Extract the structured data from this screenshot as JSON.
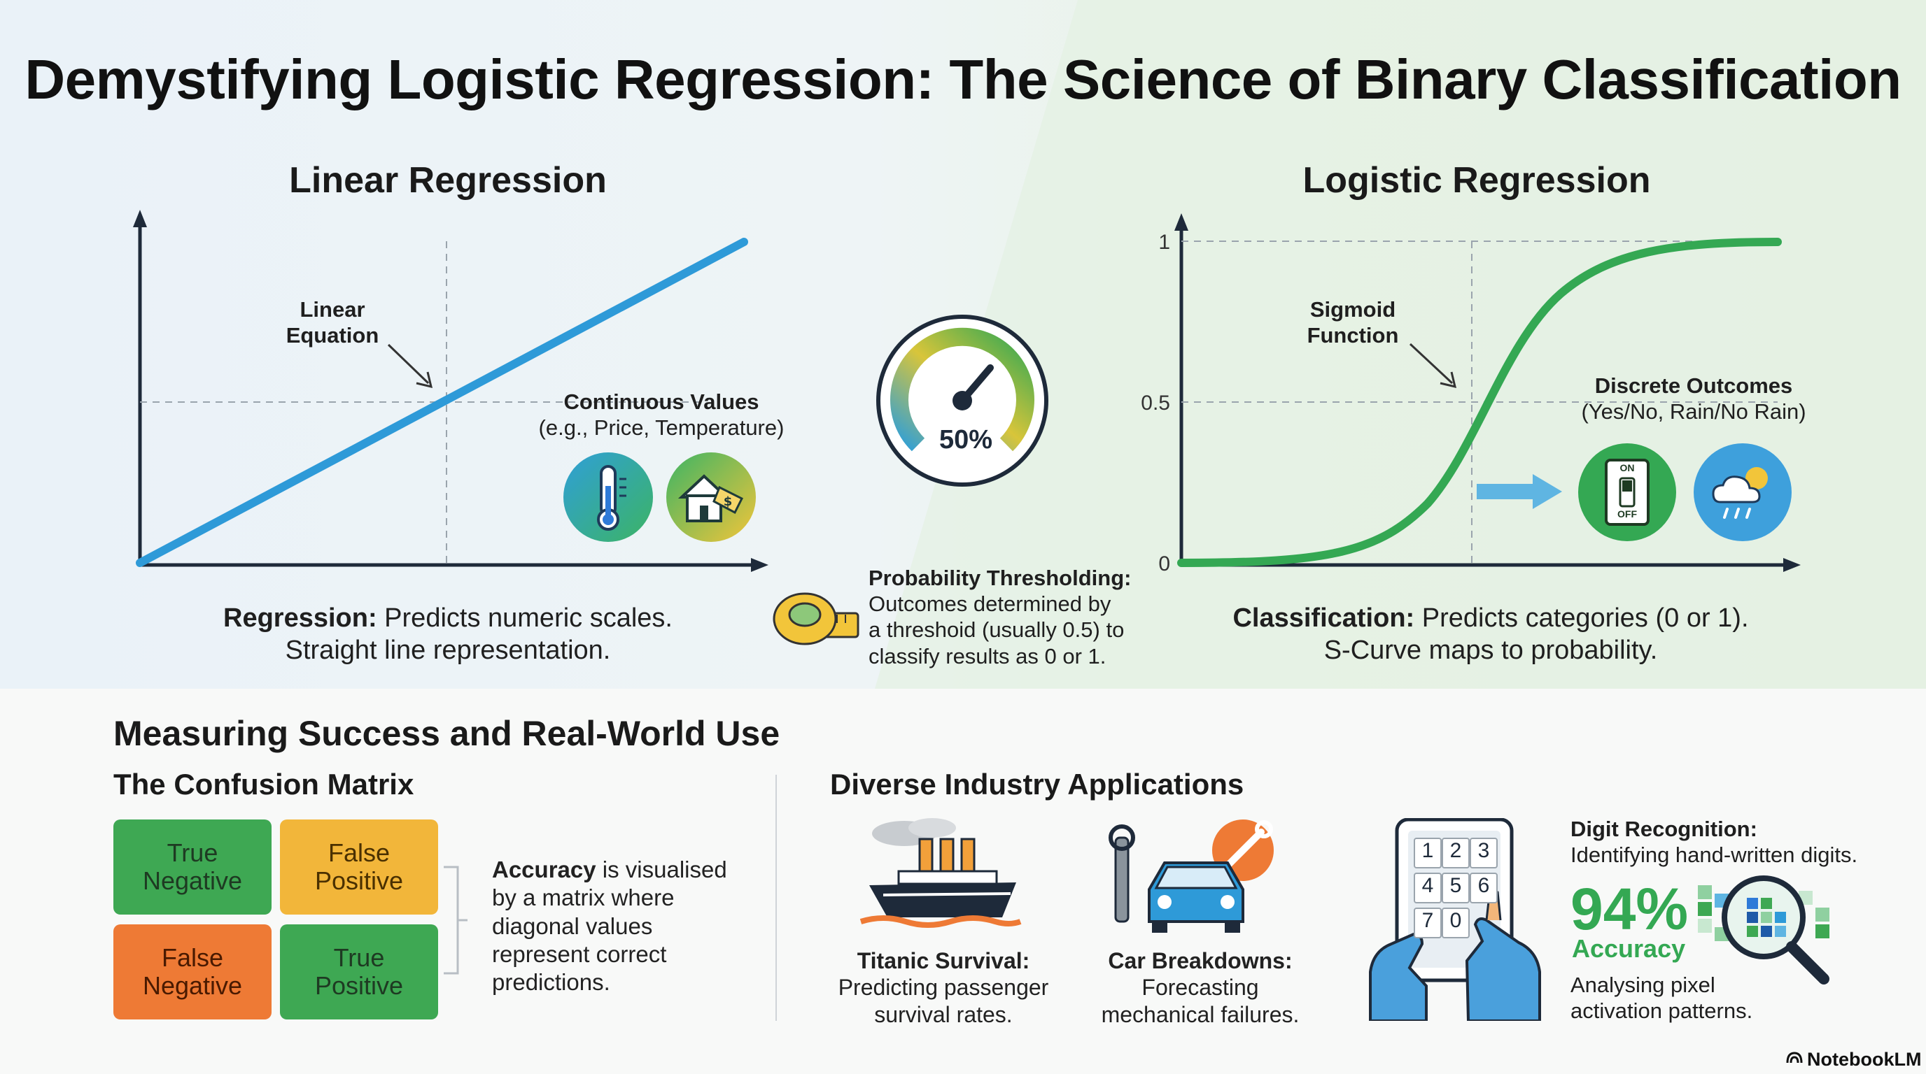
{
  "title": "Demystifying Logistic Regression: The Science of Binary Classification",
  "linear": {
    "title": "Linear Regression",
    "equation_label": [
      "Linear",
      "Equation"
    ],
    "continuous_label": "Continuous Values",
    "continuous_sub": "(e.g., Price, Temperature)",
    "caption_bold": "Regression:",
    "caption_rest": " Predicts numeric scales.",
    "caption_line2": "Straight line representation."
  },
  "middle": {
    "gauge_value": "50%",
    "threshold_title": "Probability Thresholding:",
    "threshold_lines": [
      "Outcomes determined by",
      "a threshoid (usually 0.5) to",
      "classify results as 0 or 1."
    ]
  },
  "logistic": {
    "title": "Logistic Regression",
    "sigmoid_label": [
      "Sigmoid",
      "Function"
    ],
    "ticks": [
      "1",
      "0.5",
      "0"
    ],
    "discrete_label": "Discrete Outcomes",
    "discrete_sub": "(Yes/No, Rain/No Rain)",
    "switch_on": "ON",
    "switch_off": "OFF",
    "caption_bold": "Classification:",
    "caption_rest": " Predicts categories (0 or 1).",
    "caption_line2": "S-Curve maps to probability."
  },
  "bottom": {
    "section_title": "Measuring Success and Real-World Use",
    "confusion_title": "The Confusion Matrix",
    "matrix": [
      [
        "True",
        "Negative"
      ],
      [
        "False",
        "Positive"
      ],
      [
        "False",
        "Negative"
      ],
      [
        "True",
        "Positive"
      ]
    ],
    "accuracy_bold": "Accuracy",
    "accuracy_lines": [
      " is visualised",
      "by a matrix where",
      "diagonal values",
      "represent correct",
      "predictions."
    ],
    "apps_title": "Diverse Industry Applications",
    "titanic_title": "Titanic Survival:",
    "titanic_lines": [
      "Predicting passenger",
      "survival rates."
    ],
    "car_title": "Car Breakdowns:",
    "car_lines": [
      "Forecasting",
      "mechanical failures."
    ],
    "keypad": [
      "1",
      "2",
      "3",
      "4",
      "5",
      "6",
      "7",
      "0"
    ],
    "digit_title": "Digit Recognition:",
    "digit_sub": "Identifying hand-written digits.",
    "pct": "94%",
    "pct_label": "Accuracy",
    "pixel_lines": [
      "Analysing pixel",
      "activation patterns."
    ]
  },
  "brand": "NotebookLM",
  "colors": {
    "linear_blue": "#2e9ad8",
    "sigmoid_green": "#34a853",
    "yellow": "#f2b63a",
    "orange": "#ee7a35"
  }
}
